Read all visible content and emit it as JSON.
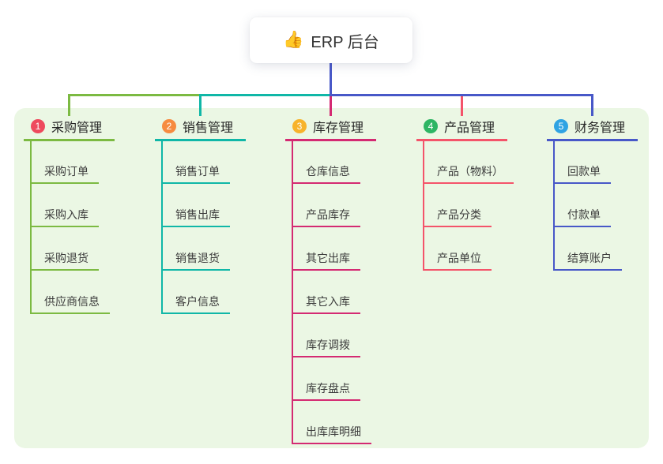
{
  "root": {
    "icon": "👍",
    "label": "ERP 后台"
  },
  "branches": [
    {
      "number": "1",
      "label": "采购管理",
      "badge_color": "#ee4a5e",
      "line_color": "#7cba42",
      "children": [
        "采购订单",
        "采购入库",
        "采购退货",
        "供应商信息"
      ]
    },
    {
      "number": "2",
      "label": "销售管理",
      "badge_color": "#f68b40",
      "line_color": "#10b7a7",
      "children": [
        "销售订单",
        "销售出库",
        "销售退货",
        "客户信息"
      ]
    },
    {
      "number": "3",
      "label": "库存管理",
      "badge_color": "#f7b32b",
      "line_color": "#d42a72",
      "children": [
        "仓库信息",
        "产品库存",
        "其它出库",
        "其它入库",
        "库存调拨",
        "库存盘点",
        "出库库明细"
      ]
    },
    {
      "number": "4",
      "label": "产品管理",
      "badge_color": "#2eb564",
      "line_color": "#f4546a",
      "children": [
        "产品（物料）",
        "产品分类",
        "产品单位"
      ]
    },
    {
      "number": "5",
      "label": "财务管理",
      "badge_color": "#2fa3e3",
      "line_color": "#4858c8",
      "children": [
        "回款单",
        "付款单",
        "结算账户"
      ]
    }
  ],
  "colors": {
    "root_connector": "#4858c8",
    "panel_bg": "#ebf7e4",
    "page_bg": "#ffffff",
    "node_text": "#333333",
    "child_text": "#3d3d3d"
  }
}
